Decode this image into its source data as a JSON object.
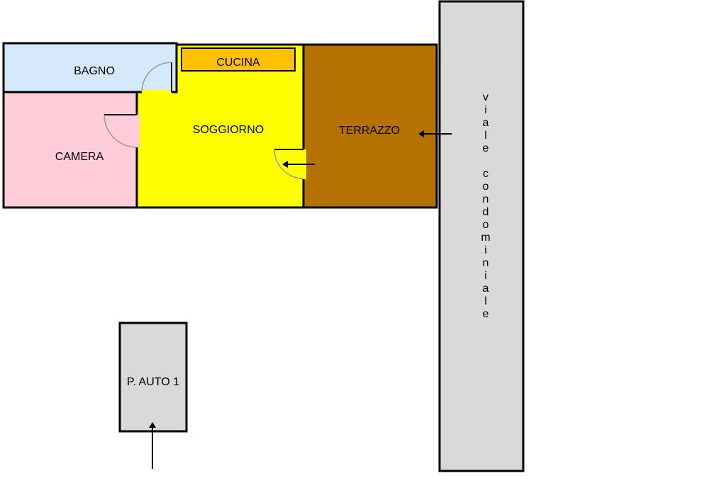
{
  "rooms": {
    "bagno": {
      "label": "BAGNO",
      "color": "#d6e9fb"
    },
    "camera": {
      "label": "CAMERA",
      "color": "#ffccd9"
    },
    "soggiorno": {
      "label": "SOGGIORNO",
      "color": "#ffff00"
    },
    "cucina": {
      "label": "CUCINA",
      "color": "#ffc000"
    },
    "terrazzo": {
      "label": "TERRAZZO",
      "color": "#b47300"
    },
    "posto_auto": {
      "label": "P. AUTO 1",
      "color": "#d9d9d9"
    }
  },
  "road": {
    "label": "viale condominiale",
    "color": "#d9d9d9"
  },
  "colors": {
    "outline": "#000000",
    "door_arc": "#999999",
    "background": "#ffffff"
  }
}
